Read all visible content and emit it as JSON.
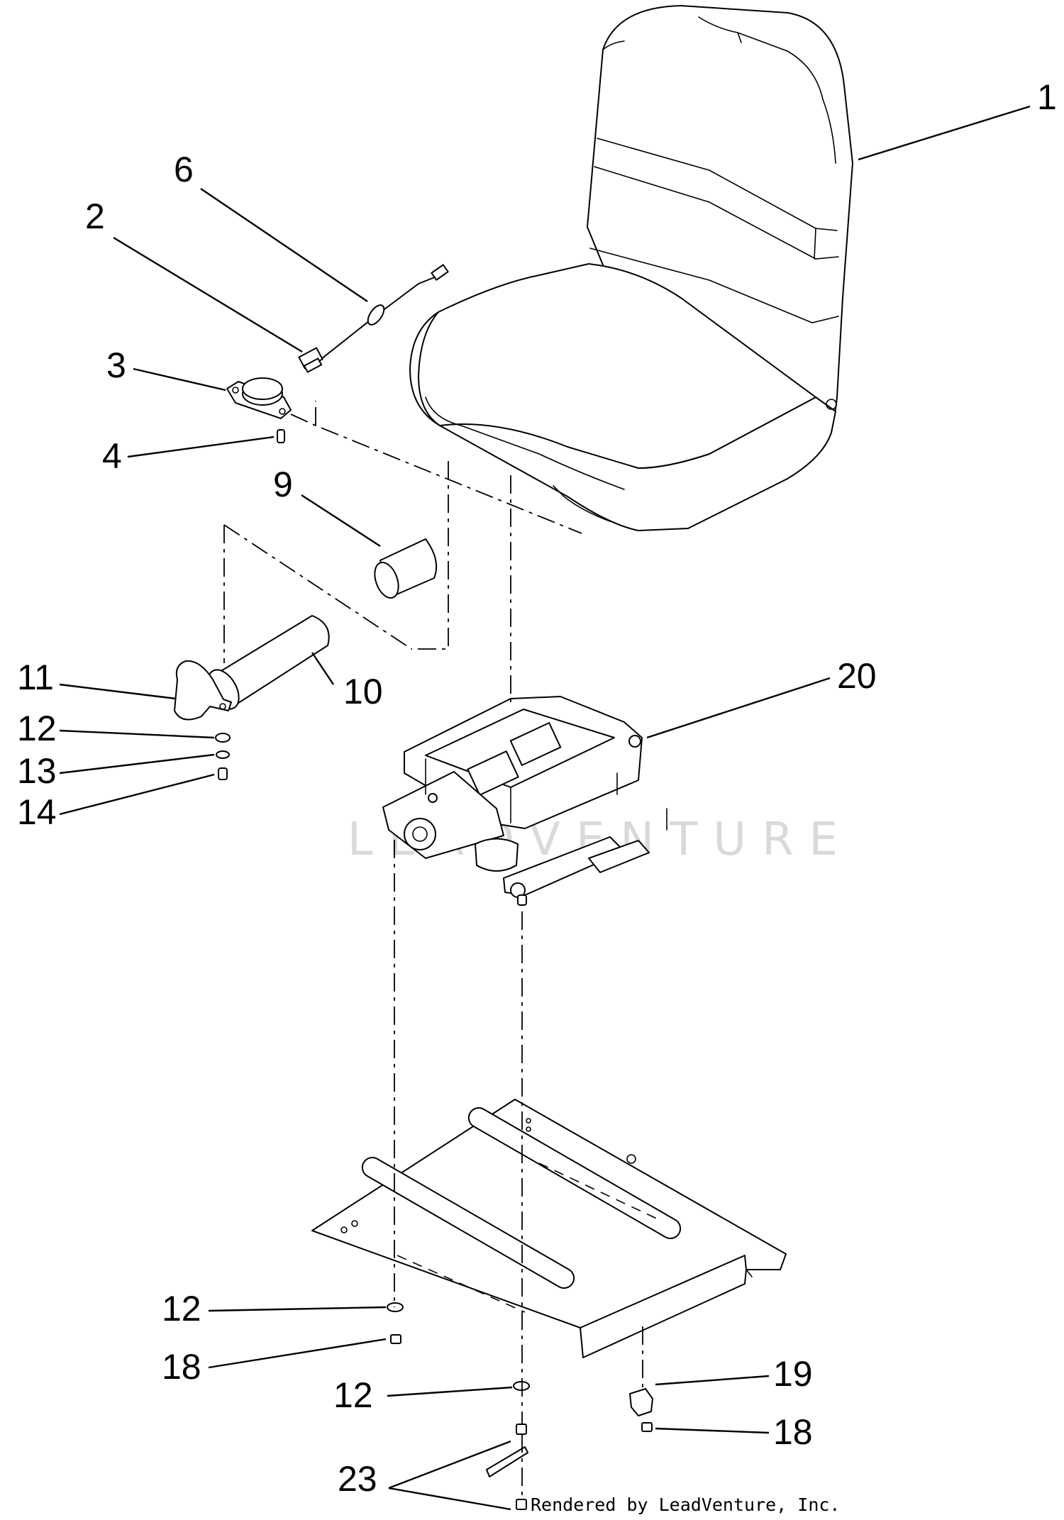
{
  "watermark": "LEADVENTURE",
  "credit": "Rendered by LeadVenture, Inc.",
  "callouts": [
    {
      "id": "c1",
      "label": "1"
    },
    {
      "id": "c6",
      "label": "6"
    },
    {
      "id": "c2",
      "label": "2"
    },
    {
      "id": "c3",
      "label": "3"
    },
    {
      "id": "c4",
      "label": "4"
    },
    {
      "id": "c9",
      "label": "9"
    },
    {
      "id": "c11",
      "label": "11"
    },
    {
      "id": "c10",
      "label": "10"
    },
    {
      "id": "c12a",
      "label": "12"
    },
    {
      "id": "c13",
      "label": "13"
    },
    {
      "id": "c14",
      "label": "14"
    },
    {
      "id": "c20",
      "label": "20"
    },
    {
      "id": "c12b",
      "label": "12"
    },
    {
      "id": "c18a",
      "label": "18"
    },
    {
      "id": "c12c",
      "label": "12"
    },
    {
      "id": "c19",
      "label": "19"
    },
    {
      "id": "c18b",
      "label": "18"
    },
    {
      "id": "c23",
      "label": "23"
    }
  ]
}
